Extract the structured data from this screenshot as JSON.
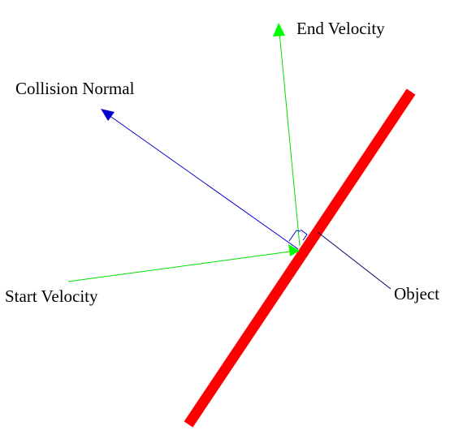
{
  "labels": {
    "end_velocity": "End Velocity",
    "collision_normal": "Collision Normal",
    "start_velocity": "Start Velocity",
    "object": "Object"
  },
  "colors": {
    "background": "#ffffff",
    "object": "#ff0000",
    "velocity": "#00ff00",
    "normal": "#0000cc",
    "leader": "#000066",
    "text": "#000000"
  }
}
